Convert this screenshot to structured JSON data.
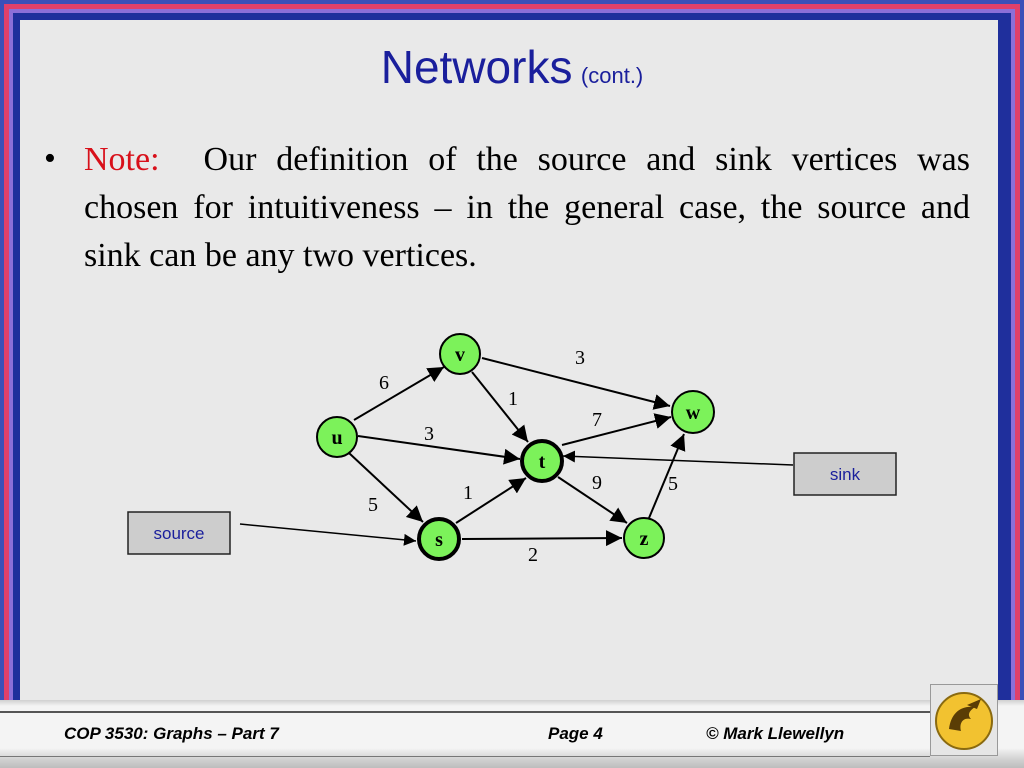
{
  "slide": {
    "title": "Networks",
    "title_suffix": "(cont.)",
    "bullet": "•",
    "note_label": "Note:",
    "note_text": "Our definition of the source and sink vertices was chosen for intuitiveness – in the general case, the source and sink can be any two vertices."
  },
  "diagram": {
    "nodes": [
      {
        "id": "v",
        "label": "v"
      },
      {
        "id": "u",
        "label": "u"
      },
      {
        "id": "w",
        "label": "w"
      },
      {
        "id": "t",
        "label": "t"
      },
      {
        "id": "s",
        "label": "s"
      },
      {
        "id": "z",
        "label": "z"
      }
    ],
    "edges": [
      {
        "from": "u",
        "to": "v",
        "weight": "6"
      },
      {
        "from": "v",
        "to": "w",
        "weight": "3"
      },
      {
        "from": "v",
        "to": "t",
        "weight": "1"
      },
      {
        "from": "u",
        "to": "t",
        "weight": "3"
      },
      {
        "from": "t",
        "to": "w",
        "weight": "7"
      },
      {
        "from": "u",
        "to": "s",
        "weight": "5"
      },
      {
        "from": "s",
        "to": "t",
        "weight": "1"
      },
      {
        "from": "t",
        "to": "z",
        "weight": "9"
      },
      {
        "from": "z",
        "to": "w",
        "weight": "5"
      },
      {
        "from": "s",
        "to": "z",
        "weight": "2"
      }
    ],
    "source_box": "source",
    "sink_box": "sink",
    "colors": {
      "node_fill": "#7cf25a",
      "box_fill": "#cdcdcd",
      "label_blue": "#1a1f9c"
    }
  },
  "footer": {
    "course": "COP 3530: Graphs – Part 7",
    "page": "Page 4",
    "author": "© Mark Llewellyn"
  }
}
